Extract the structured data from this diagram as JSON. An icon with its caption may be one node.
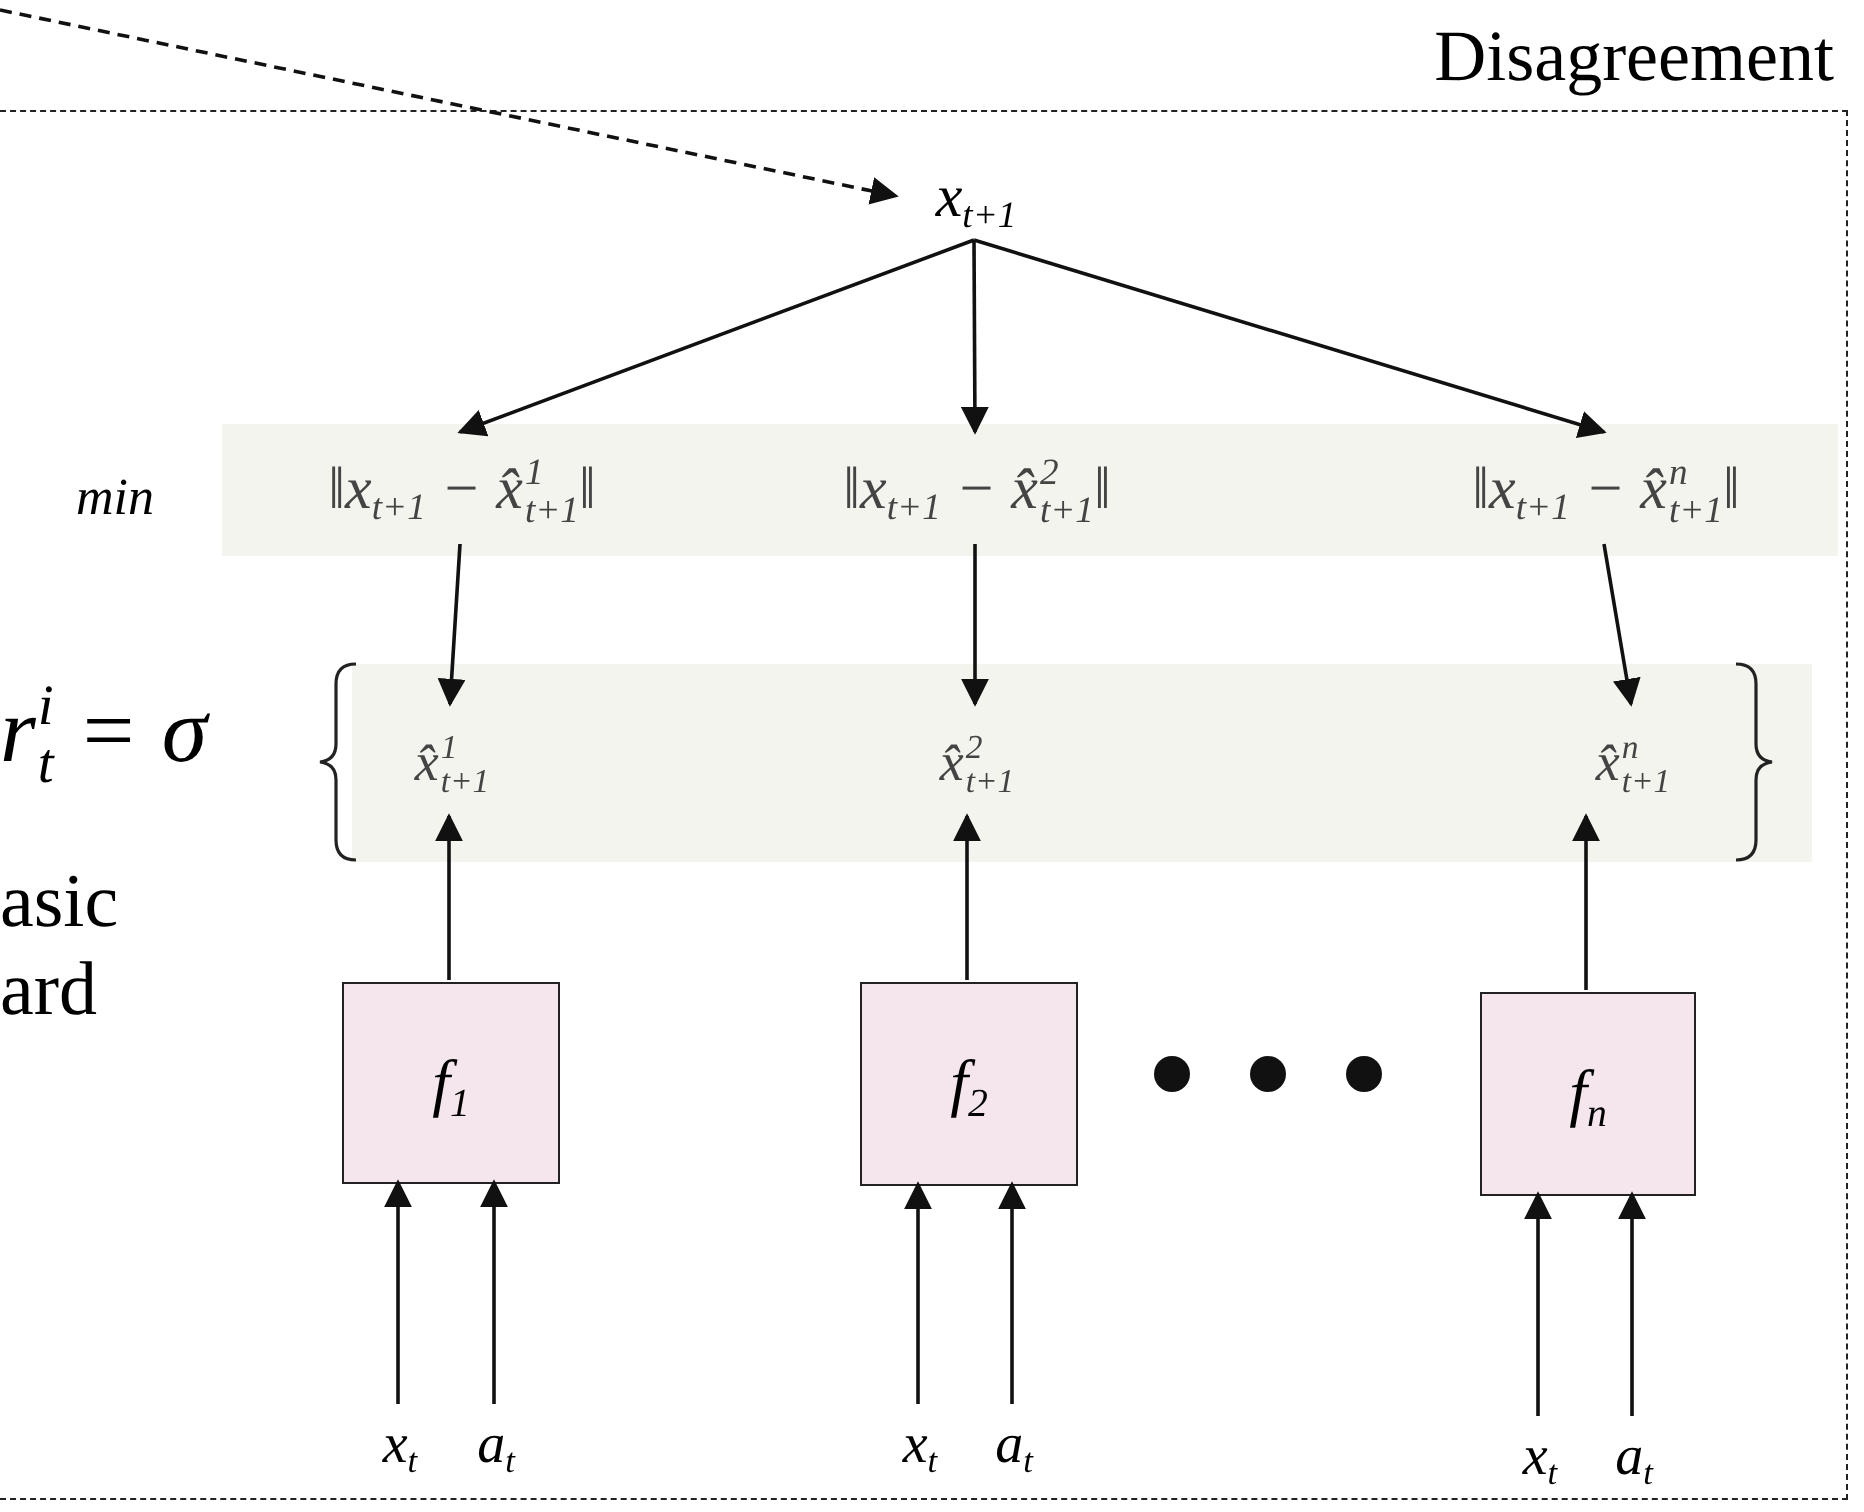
{
  "diagram": {
    "nodes": [
      {
        "text": [
          "Disagreement"
        ]
      },
      {
        "text": [
          "x$_{t+1}$"
        ],
        "in": 0
      },
      {
        "text": [],
        "shape": "box",
        "in": 0
      },
      {
        "text": [
          "‖x$_{t+1}$ − x̂$^{1}$$_{t+1}$‖"
        ],
        "in": 2
      },
      {
        "text": [
          "‖x$_{t+1}$ − x̂$^{2}$$_{t+1}$‖"
        ],
        "in": 2
      },
      {
        "text": [
          "‖x$_{t+1}$ − x̂$^{n}$$_{t+1}$‖"
        ],
        "in": 2
      },
      {
        "text": [],
        "shape": "box",
        "in": 0
      },
      {
        "text": [
          "x̂$^{1}$$_{t+1}$"
        ],
        "in": 6
      },
      {
        "text": [
          "x̂$^{2}$$_{t+1}$"
        ],
        "in": 6
      },
      {
        "text": [
          "x̂$^{n}$$_{t+1}$"
        ],
        "in": 6
      },
      {
        "text": [
          "f$_{1}$"
        ],
        "in": 0
      },
      {
        "text": [
          "f$_{2}$"
        ],
        "in": 0
      },
      {
        "text": [
          "f$_{n}$"
        ],
        "in": 0
      },
      {
        "text": [
          "x$_{t}$"
        ],
        "in": 0
      },
      {
        "text": [
          "a$_{t}$"
        ],
        "in": 0
      },
      {
        "text": [
          "x$_{t}$"
        ],
        "in": 0
      },
      {
        "text": [
          "a$_{t}$"
        ],
        "in": 0
      },
      {
        "text": [
          "x$_{t}$"
        ],
        "in": 0
      },
      {
        "text": [
          "a$_{t}$"
        ],
        "in": 0
      }
    ],
    "edges": [
      {
        "from": null,
        "to": 1,
        "arrow": "to",
        "style": "dashed"
      },
      {
        "from": 1,
        "to": 3,
        "arrow": "to"
      },
      {
        "from": 1,
        "to": 4,
        "arrow": "to"
      },
      {
        "from": 1,
        "to": 5,
        "arrow": "to"
      },
      {
        "from": 3,
        "to": 7,
        "arrow": "to"
      },
      {
        "from": 4,
        "to": 8,
        "arrow": "to"
      },
      {
        "from": 5,
        "to": 9,
        "arrow": "to"
      },
      {
        "from": 10,
        "to": 7,
        "arrow": "to"
      },
      {
        "from": 11,
        "to": 8,
        "arrow": "to"
      },
      {
        "from": 12,
        "to": 9,
        "arrow": "to"
      },
      {
        "from": 13,
        "to": 10,
        "arrow": "to"
      },
      {
        "from": 14,
        "to": 10,
        "arrow": "to"
      },
      {
        "from": 15,
        "to": 11,
        "arrow": "to"
      },
      {
        "from": 16,
        "to": 11,
        "arrow": "to"
      },
      {
        "from": 17,
        "to": 12,
        "arrow": "to"
      },
      {
        "from": 18,
        "to": 12,
        "arrow": "to"
      }
    ],
    "labels": [
      "min",
      "r$^{i}$$_{t}$ = σ",
      "asic",
      "ard"
    ]
  }
}
